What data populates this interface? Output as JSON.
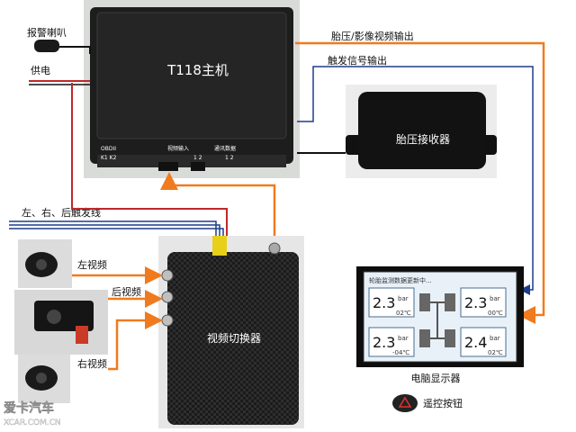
{
  "labels": {
    "main_unit": "T118主机",
    "alarm_speaker": "报警喇叭",
    "power": "供电",
    "tpms_video_out": "胎压/影像视频输出",
    "trigger_out": "触发信号输出",
    "tpms_receiver": "胎压接收器",
    "trigger_wires": "左、右、后触发线",
    "left_video": "左视频",
    "rear_video": "后视频",
    "right_video": "右视频",
    "video_switcher": "视频切换器",
    "display": "电脑显示器",
    "remote_button": "遥控按钮",
    "watermark_big": "爱卡汽车",
    "watermark_small": "XCAR.COM.CN"
  },
  "host_ports": {
    "obd": "OBDII",
    "ports_bottom": "K1 K2",
    "video_in": "视频输入",
    "vin_ports": "1 2",
    "comm": "通讯数据",
    "comm_ports": "1 2"
  },
  "display_screen": {
    "header": "轮胎监测数据更新中...",
    "tires": [
      {
        "pressure": "2.3",
        "unit": "bar",
        "temp": "02℃"
      },
      {
        "pressure": "2.3",
        "unit": "bar",
        "temp": "00℃"
      },
      {
        "pressure": "2.3",
        "unit": "bar",
        "temp": "-04℃"
      },
      {
        "pressure": "2.4",
        "unit": "bar",
        "temp": "02℃"
      }
    ]
  },
  "colors": {
    "orange_line": "#f07a1e",
    "blue_line": "#1c3d8c",
    "red_line": "#c0282a",
    "black_line": "#111111"
  }
}
